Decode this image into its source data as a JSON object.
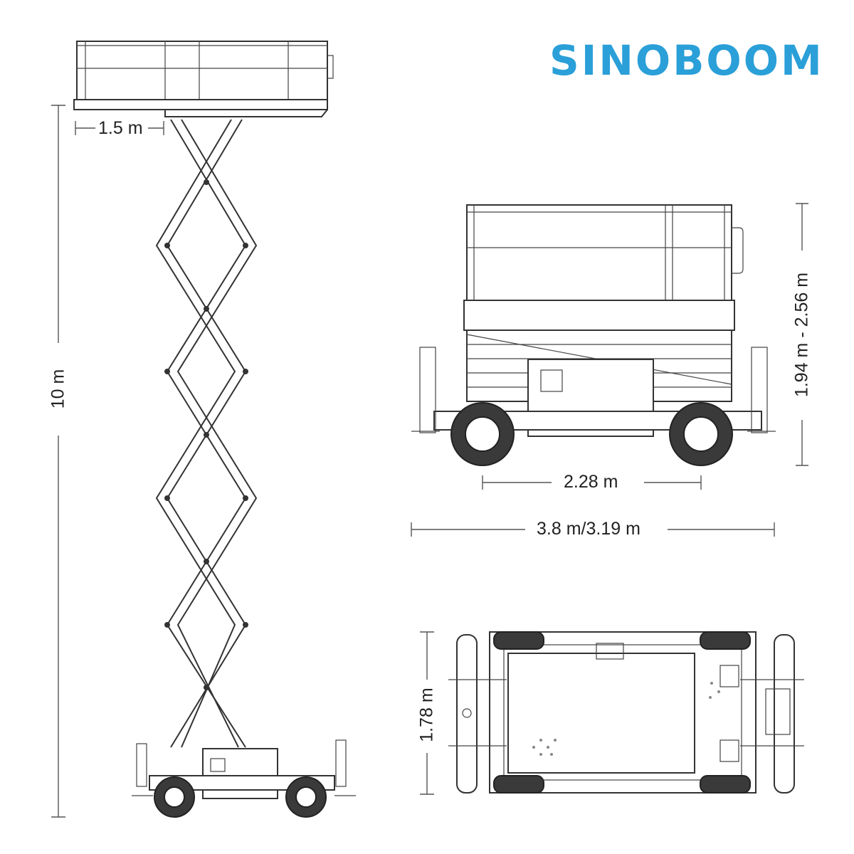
{
  "brand": {
    "name": "SINOBOOM",
    "color": "#2a9fd8"
  },
  "dimensions": {
    "platform_extension": "1.5 m",
    "working_height": "10 m",
    "height_range": "1.94 m - 2.56 m",
    "wheelbase": "2.28 m",
    "length": "3.8 m/3.19 m",
    "width": "1.78 m"
  }
}
